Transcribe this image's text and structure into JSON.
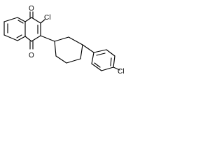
{
  "diagram": {
    "type": "chemical-structure",
    "atom_labels": {
      "oxygen_top": "O",
      "oxygen_bottom": "O",
      "chlorine_quinone": "Cl",
      "chlorine_phenyl": "Cl"
    },
    "colors": {
      "bond": "#000000",
      "background": "#ffffff"
    }
  }
}
